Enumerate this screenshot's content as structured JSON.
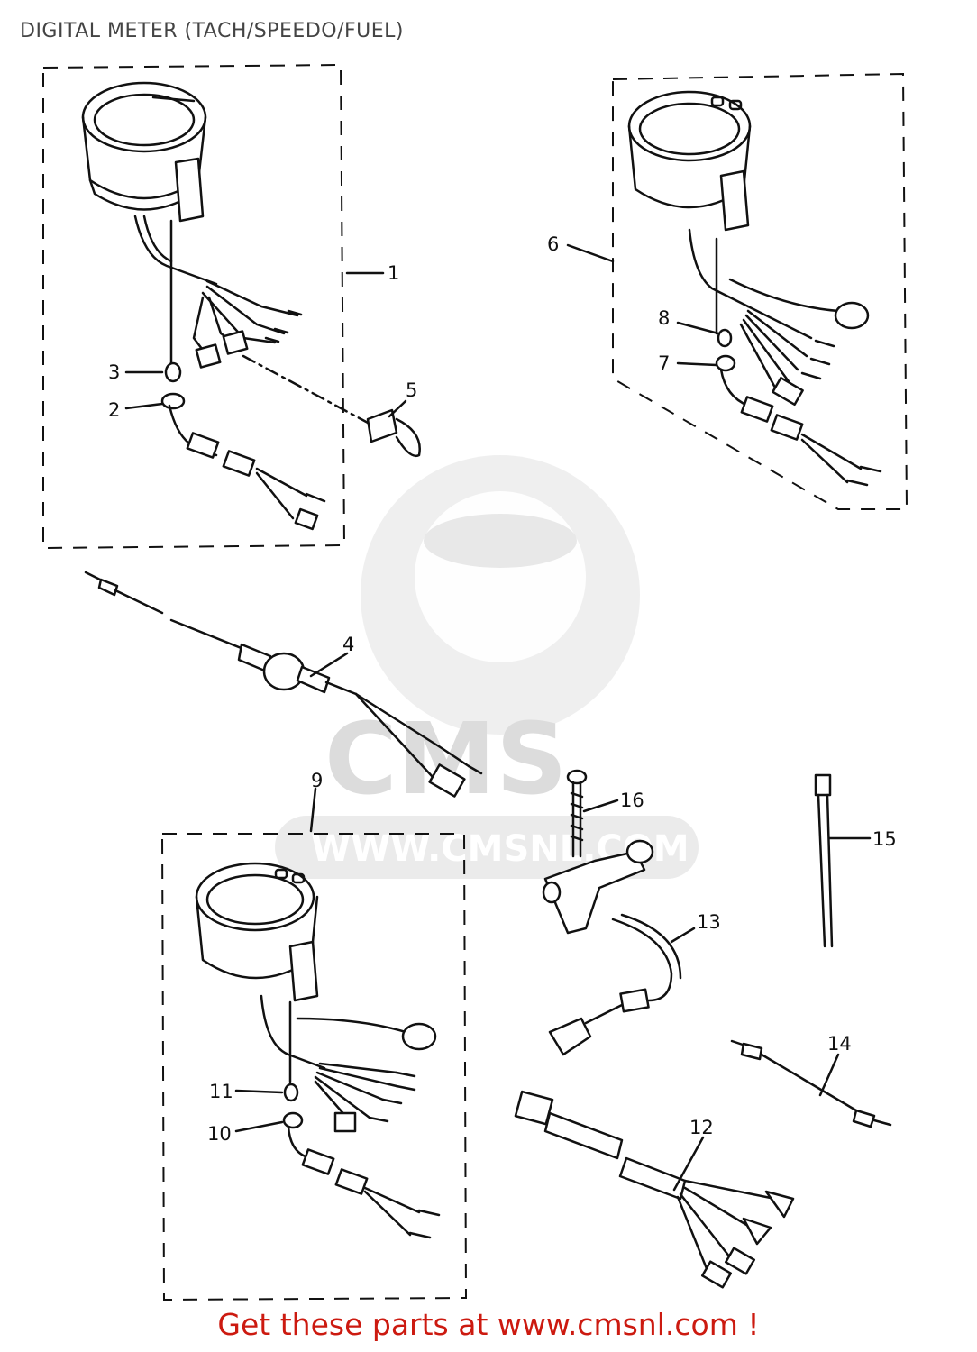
{
  "title": "DIGITAL METER (TACH/SPEEDO/FUEL)",
  "footer": "Get these parts at www.cmsnl.com !",
  "watermark": {
    "logo": "CMS",
    "url": "WWW.CMSNL.COM"
  },
  "callouts": [
    "1",
    "2",
    "3",
    "4",
    "5",
    "6",
    "7",
    "8",
    "9",
    "10",
    "11",
    "12",
    "13",
    "14",
    "15",
    "16"
  ],
  "colors": {
    "footer_text": "#cc1a10",
    "ink": "#111111",
    "watermark": "#dcdcdc"
  }
}
